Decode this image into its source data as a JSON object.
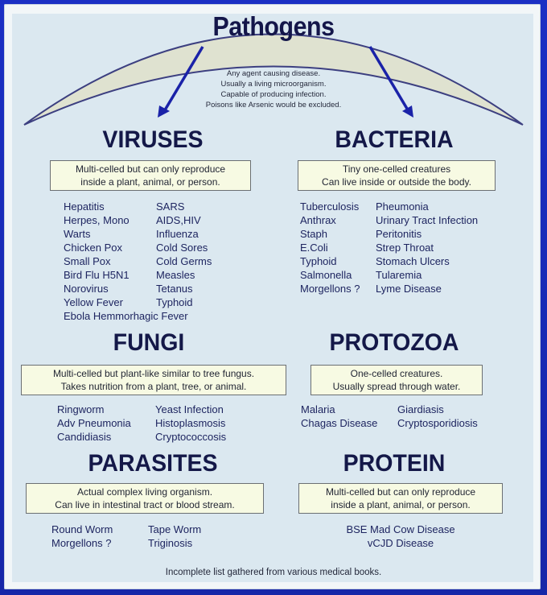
{
  "title": "Pathogens",
  "definition": [
    "Any agent causing disease.",
    "Usually a living microorganism.",
    "Capable of producing infection.",
    "Poisons like Arsenic would be excluded."
  ],
  "categories": {
    "viruses": {
      "title": "VIRUSES",
      "desc": [
        "Multi-celled but can only reproduce",
        "inside a plant, animal, or person."
      ],
      "col1": [
        "Hepatitis",
        "Herpes, Mono",
        "Warts",
        "Chicken Pox",
        "Small Pox",
        "Bird Flu H5N1",
        "Norovirus",
        "Yellow Fever"
      ],
      "col2": [
        "SARS",
        "AIDS,HIV",
        "Influenza",
        "Cold Sores",
        "Cold Germs",
        "Measles",
        "Tetanus",
        "Typhoid"
      ],
      "full": "Ebola Hemmorhagic Fever"
    },
    "bacteria": {
      "title": "BACTERIA",
      "desc": [
        "Tiny one-celled creatures",
        "Can live inside or outside the body."
      ],
      "col1": [
        "Tuberculosis",
        "Anthrax",
        "Staph",
        "E.Coli",
        "Typhoid",
        "Salmonella",
        "Morgellons ?"
      ],
      "col2": [
        "Pheumonia",
        "Urinary Tract Infection",
        "Peritonitis",
        "Strep Throat",
        "Stomach Ulcers",
        "Tularemia",
        "Lyme Disease"
      ]
    },
    "fungi": {
      "title": "FUNGI",
      "desc": [
        "Multi-celled but plant-like similar to tree fungus.",
        "Takes nutrition from a plant, tree, or animal."
      ],
      "col1": [
        "Ringworm",
        "Adv Pneumonia",
        "Candidiasis"
      ],
      "col2": [
        "Yeast Infection",
        "Histoplasmosis",
        "Cryptococcosis"
      ]
    },
    "protozoa": {
      "title": "PROTOZOA",
      "desc": [
        "One-celled creatures.",
        "Usually spread through water."
      ],
      "col1": [
        "Malaria",
        "Chagas Disease"
      ],
      "col2": [
        "Giardiasis",
        "Cryptosporidiosis"
      ]
    },
    "parasites": {
      "title": "PARASITES",
      "desc": [
        "Actual complex living organism.",
        "Can live in intestinal tract or blood stream."
      ],
      "col1": [
        "Round Worm",
        "Morgellons ?"
      ],
      "col2": [
        "Tape Worm",
        "Triginosis"
      ]
    },
    "protein": {
      "title": "PROTEIN",
      "desc": [
        "Multi-celled but can only reproduce",
        "inside a plant, animal, or person."
      ],
      "items": [
        "BSE Mad Cow Disease",
        "vCJD Disease"
      ]
    }
  },
  "footer": "Incomplete list gathered from various medical books.",
  "colors": {
    "frame": "#1b2fc4",
    "background": "#dbe8f0",
    "title_text": "#14164a",
    "item_text": "#1e2560",
    "desc_box": "#f7fae3",
    "arrow": "#1a22a8",
    "arc_fill": "#dfe2d0",
    "arc_stroke": "#3c3f80"
  }
}
